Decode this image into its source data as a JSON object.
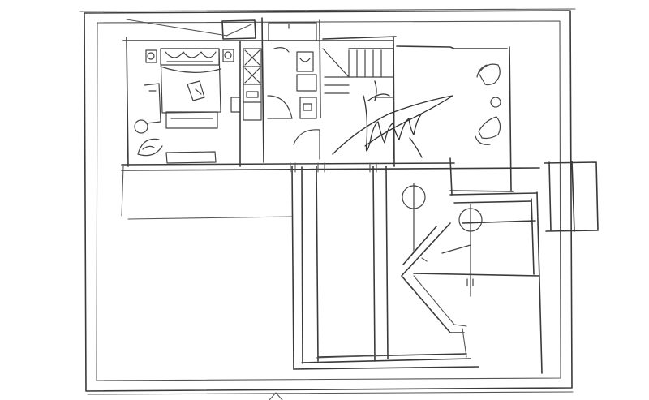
{
  "drawing": {
    "kind": "hand-sketched floor plan",
    "line_color": "#3a3a3a",
    "background": "#ffffff",
    "rooms": [
      "bedroom",
      "bathroom",
      "closet",
      "stair",
      "sitting-area",
      "landing",
      "balcony"
    ],
    "icons": [
      "bed-icon",
      "toilet-icon",
      "sink-icon",
      "chair-icon",
      "round-table-icon",
      "door-swing-icon"
    ]
  }
}
